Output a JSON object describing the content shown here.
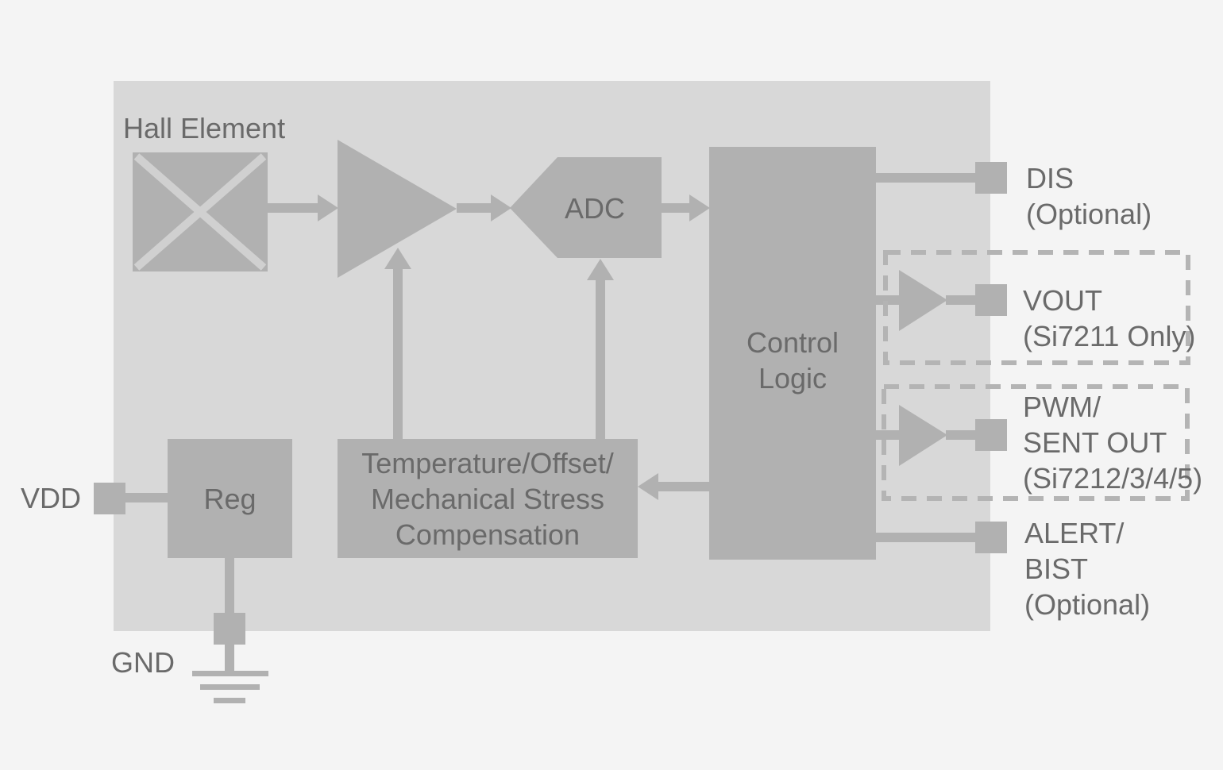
{
  "labels": {
    "hall_element": "Hall Element",
    "adc": "ADC",
    "control_logic": [
      "Control",
      "Logic"
    ],
    "compensation": [
      "Temperature/Offset/",
      "Mechanical Stress",
      "Compensation"
    ],
    "reg": "Reg",
    "vdd": "VDD",
    "gnd": "GND"
  },
  "pins": {
    "dis": [
      "DIS",
      "(Optional)"
    ],
    "vout": [
      "VOUT",
      "(Si7211 Only)"
    ],
    "pwm": [
      "PWM/",
      "SENT OUT",
      "(Si7212/3/4/5)"
    ],
    "alert": [
      "ALERT/",
      "BIST",
      "(Optional)"
    ]
  },
  "icons": {
    "hall_element_symbol": "crossed-square",
    "amplifier_symbol": "right-pointing-triangle",
    "output_buffer_symbol": "right-pointing-triangle",
    "ground_symbol": "earth-ground-three-bars"
  },
  "colors": {
    "page_bg": "#f4f4f4",
    "chip_bg": "#d8d8d8",
    "block_fill": "#b1b1b1",
    "cross_line": "#d0d0d0",
    "dashed_border": "#b4b4b4",
    "text": "#6a6a6a"
  }
}
